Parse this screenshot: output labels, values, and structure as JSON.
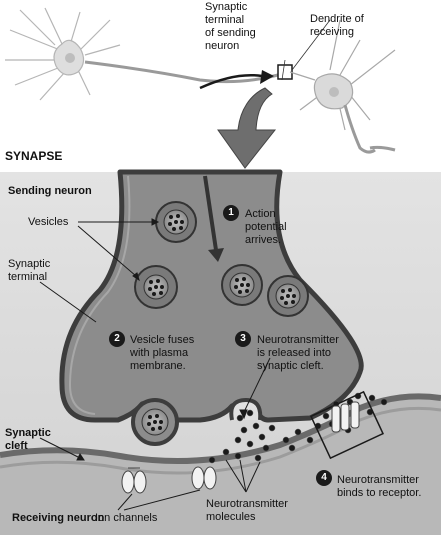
{
  "top": {
    "synaptic_terminal_label": [
      "Synaptic",
      "terminal",
      "of sending",
      "neuron"
    ],
    "dendrite_label": [
      "Dendrite of",
      "receiving"
    ]
  },
  "section_title": "SYNAPSE",
  "labels": {
    "sending_neuron": "Sending neuron",
    "vesicles": "Vesicles",
    "synaptic_terminal": [
      "Synaptic",
      "terminal"
    ],
    "synaptic_cleft": [
      "Synaptic",
      "cleft"
    ],
    "receiving_neuron": "Receiving neuron",
    "ion_channels": "Ion channels",
    "neurotransmitter_molecules": [
      "Neurotransmitter",
      "molecules"
    ]
  },
  "steps": [
    {
      "number": "1",
      "lines": [
        "Action",
        "potential",
        "arrives."
      ]
    },
    {
      "number": "2",
      "lines": [
        "Vesicle fuses",
        "with plasma",
        "membrane."
      ]
    },
    {
      "number": "3",
      "lines": [
        "Neurotransmitter",
        "is released into",
        "synaptic cleft."
      ]
    },
    {
      "number": "4",
      "lines": [
        "Neurotransmitter",
        "binds to receptor."
      ]
    }
  ],
  "colors": {
    "background": "#d9d9d9",
    "neuron_fill": "#8c8c8c",
    "neuron_outline": "#3d3d3d",
    "vesicle_fill": "#9a9a9a",
    "molecule": "#1a1a1a"
  }
}
